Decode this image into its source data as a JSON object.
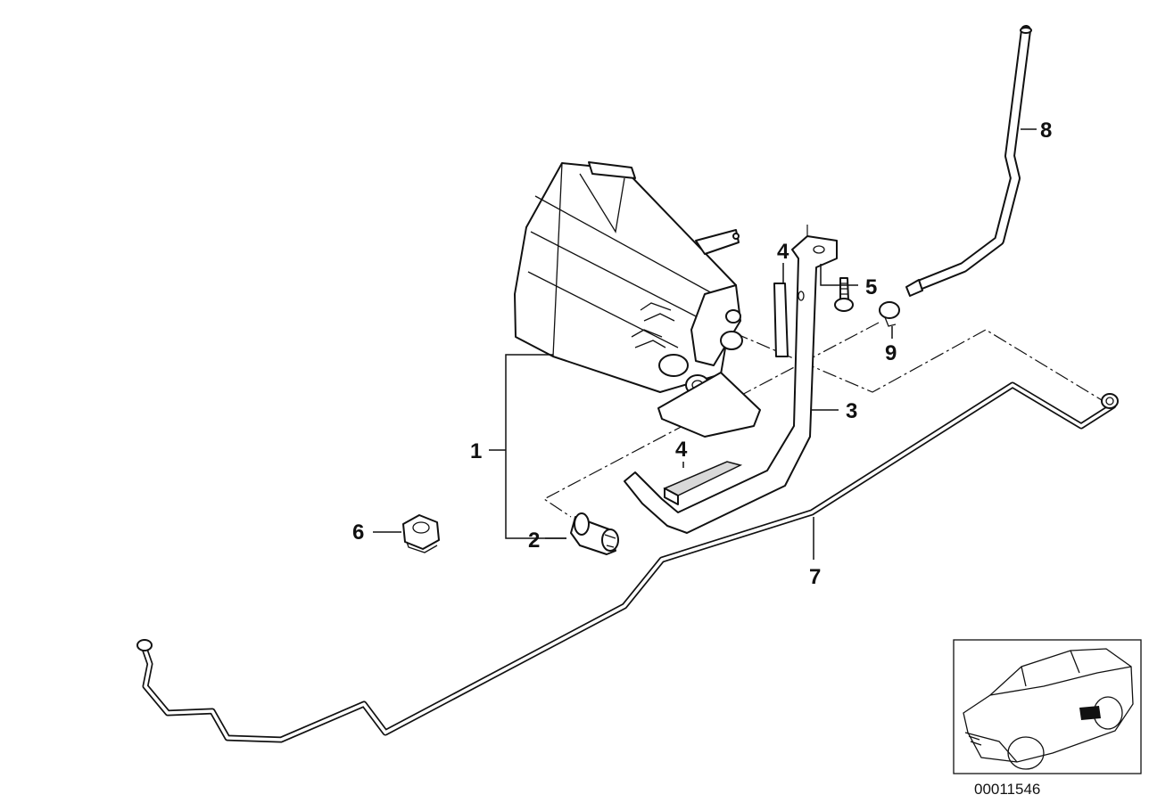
{
  "callouts": {
    "c1": "1",
    "c2": "2",
    "c3": "3",
    "c4a": "4",
    "c4b": "4",
    "c5": "5",
    "c6": "6",
    "c7": "7",
    "c8": "8",
    "c9": "9"
  },
  "diagram_id": "00011546"
}
